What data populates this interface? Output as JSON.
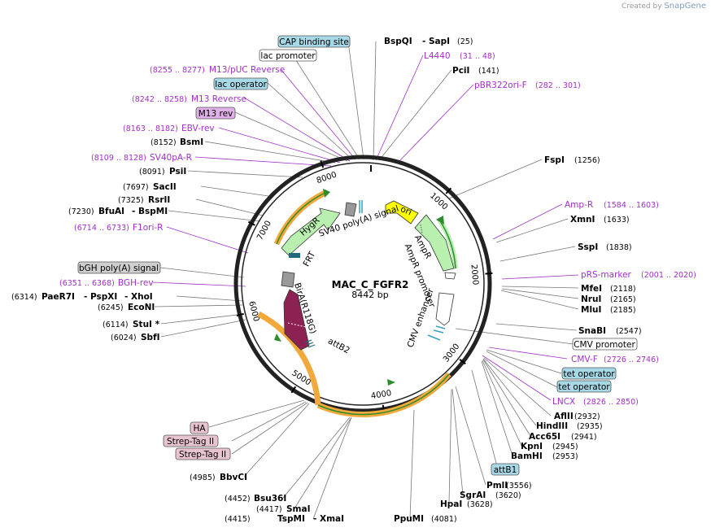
{
  "credit": {
    "prefix": "Created by",
    "brand": "SnapGene"
  },
  "plasmid": {
    "name": "MAC_C_FGFR2",
    "size": "8442 bp"
  },
  "ticks": [
    "1000",
    "2000",
    "3000",
    "4000",
    "5000",
    "6000",
    "7000",
    "8000"
  ],
  "features": {
    "ori": "ori",
    "ampR_arrow": "AmpR",
    "ampR_promoter": "AmpR promoter",
    "cmv_enhancer": "CMV enhancer",
    "sv40": "SV40 poly(A) signal",
    "hygR": "HygR",
    "frt": "FRT",
    "bira": "BirA(R118G)",
    "attB2": "attB2"
  },
  "sites": {
    "bspqi": "BspQI",
    "sapi": "SapI",
    "pos25": "(25)",
    "l4440": "L4440",
    "l4440pos": "(31 .. 48)",
    "pcii": "PciI",
    "pos141": "(141)",
    "pbr": "pBR322ori-F",
    "pbrpos": "(282 .. 301)",
    "fspi": "FspI",
    "pos1256": "(1256)",
    "ampr": "Amp-R",
    "amprpos": "(1584 .. 1603)",
    "xmni": "XmnI",
    "pos1633": "(1633)",
    "sspi": "SspI",
    "pos1838": "(1838)",
    "prs": "pRS-marker",
    "prspos": "(2001 .. 2020)",
    "mfei": "MfeI",
    "pos2118": "(2118)",
    "nrui": "NruI",
    "pos2165": "(2165)",
    "mlui": "MluI",
    "pos2185": "(2185)",
    "snabi": "SnaBI",
    "pos2547": "(2547)",
    "cmvprom": "CMV promoter",
    "cmvf": "CMV-F",
    "cmvfpos": "(2726 .. 2746)",
    "tetop1": "tet operator",
    "tetop2": "tet operator",
    "lncx": "LNCX",
    "lncxpos": "(2826 .. 2850)",
    "aflii": "AflII",
    "pos2932": "(2932)",
    "hindiii": "HindIII",
    "pos2935": "(2935)",
    "acc65i": "Acc65I",
    "pos2941": "(2941)",
    "kpni": "KpnI",
    "pos2945": "(2945)",
    "bamhi": "BamHI",
    "pos2953": "(2953)",
    "attb1": "attB1",
    "pmli": "PmlI",
    "pos3556": "(3556)",
    "sgrai": "SgrAI",
    "pos3620": "(3620)",
    "hpai": "HpaI",
    "pos3628": "(3628)",
    "ppumi": "PpuMI",
    "pos4081": "(4081)",
    "xmai": "XmaI",
    "tspmi": "TspMI",
    "pos4415": "(4415)",
    "smai": "SmaI",
    "pos4417": "(4417)",
    "bsu36i": "Bsu36I",
    "pos4452": "(4452)",
    "bbvci": "BbvCI",
    "pos4985": "(4985)",
    "strep2": "Strep-Tag II",
    "strep1": "Strep-Tag II",
    "ha": "HA",
    "sbfi": "SbfI",
    "pos6024": "(6024)",
    "stui": "StuI *",
    "pos6114": "(6114)",
    "econi": "EcoNI",
    "pos6245": "(6245)",
    "xhoi": "XhoI",
    "pspxi": "PspXI",
    "paer7i": "PaeR7I",
    "pos6314": "(6314)",
    "bghrev": "BGH-rev",
    "bghrevpos": "(6351 .. 6368)",
    "bghpa": "bGH poly(A) signal",
    "f1ori": "F1ori-R",
    "f1oripos": "(6714 .. 6733)",
    "bspmi": "BspMI",
    "bfuai": "BfuAI",
    "pos7230": "(7230)",
    "rsrii": "RsrII",
    "pos7325": "(7325)",
    "saci": "SacII",
    "pos7697": "(7697)",
    "psii": "PsiI",
    "pos8091": "(8091)",
    "sv40pa": "SV40pA-R",
    "sv40papos": "(8109 .. 8128)",
    "bsmi": "BsmI",
    "pos8152": "(8152)",
    "ebv": "EBV-rev",
    "ebvpos": "(8163 .. 8182)",
    "m13rev_box": "M13 rev",
    "m13rev": "M13 Reverse",
    "m13revpos": "(8242 .. 8258)",
    "lacop": "lac operator",
    "m13puc": "M13/pUC Reverse",
    "m13pucpos": "(8255 .. 8277)",
    "lacprom": "lac promoter",
    "cap": "CAP binding site"
  },
  "colors": {
    "backbone": "#222222",
    "primer": "#a030c8",
    "orf_orange": "#f2a93b",
    "orf_green": "#2e8b2e",
    "hygr": "#b9f0b0",
    "ori": "#ffff00",
    "bira": "#8b2252",
    "regulatory_box": "#a6d8e6",
    "tag_box": "#e8c4d0"
  }
}
